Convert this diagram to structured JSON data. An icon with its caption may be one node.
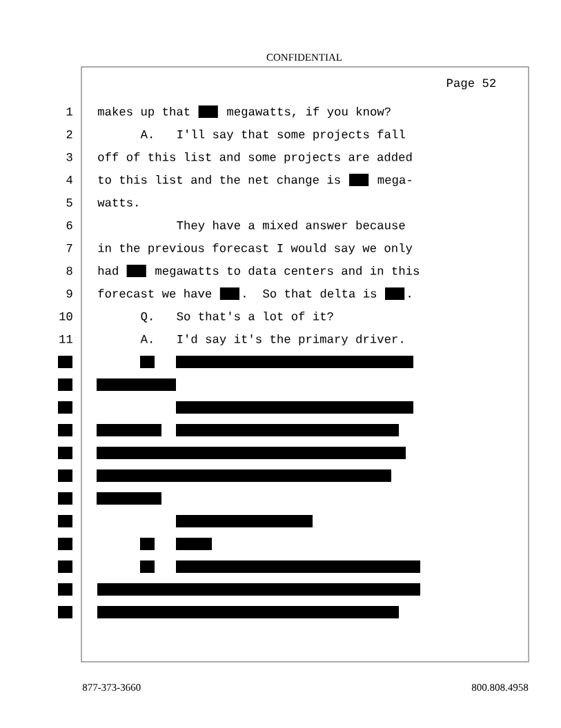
{
  "diagram": {
    "labels": [
      "CONFIDENTIAL",
      "Page 52",
      "1",
      "makes up that",
      "megawatts, if you know?",
      "2",
      "A.",
      "I'll say that some projects fall",
      "3",
      "off of this list and some projects are added",
      "4",
      "to this list and the net change is",
      "mega-",
      "5",
      "watts.",
      "6",
      "They have a mixed answer because",
      "7",
      "in the previous forecast I would say we only",
      "8",
      "had",
      "megawatts to data centers and in this",
      "9",
      "forecast we have",
      ".",
      "So that delta is",
      ".",
      "10",
      "Q.",
      "So that's a lot of it?",
      "11",
      "A.",
      "I'd say it's the primary driver.",
      "877-373-3660",
      "800.808.4958"
    ]
  }
}
